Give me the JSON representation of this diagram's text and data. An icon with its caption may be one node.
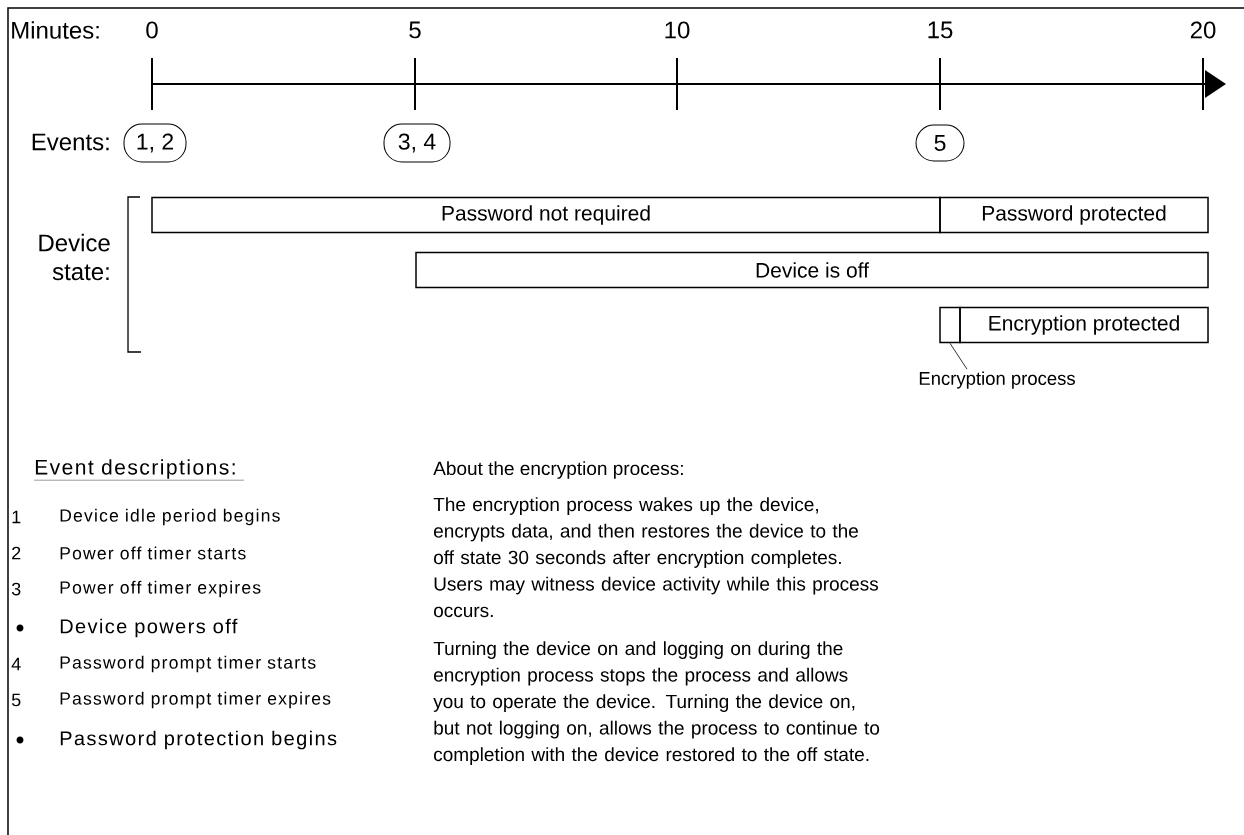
{
  "diagram": {
    "nodes": [
      {
        "text": [
          "1, 2"
        ]
      },
      {
        "text": [
          "3, 4"
        ]
      },
      {
        "text": [
          "5"
        ]
      },
      {
        "text": [
          "Password not required"
        ]
      },
      {
        "text": [
          "Password protected"
        ]
      },
      {
        "text": [
          "Device is off"
        ]
      },
      {
        "text": [],
        "shape": "box"
      },
      {
        "text": [
          "Encryption protected"
        ]
      },
      {
        "text": [
          "Encryption process"
        ]
      }
    ],
    "edges": [
      {
        "from": 8,
        "to": 6,
        "arrow": "none"
      }
    ],
    "labels": [
      "Minutes:",
      "0",
      "5",
      "10",
      "15",
      "20",
      "Events:",
      "Device state:",
      "Event descriptions:",
      "1",
      "Device idle period begins",
      "2",
      "Power off timer starts",
      "3",
      "Power off timer expires",
      "Device powers off",
      "4",
      "Password prompt timer starts",
      "5",
      "Password prompt timer expires",
      "Password protection begins",
      "About the encryption process:",
      "The encryption process wakes up the device, encrypts data, and then restores the device to the off state 30 seconds after encryption completes. Users may witness device activity while this process occurs.",
      "Turning the device on and logging on during the encryption process stops the process and allows you to operate the device. Turning the device on, but not logging on, allows the process to continue to completion with the device restored to the off state."
    ]
  }
}
